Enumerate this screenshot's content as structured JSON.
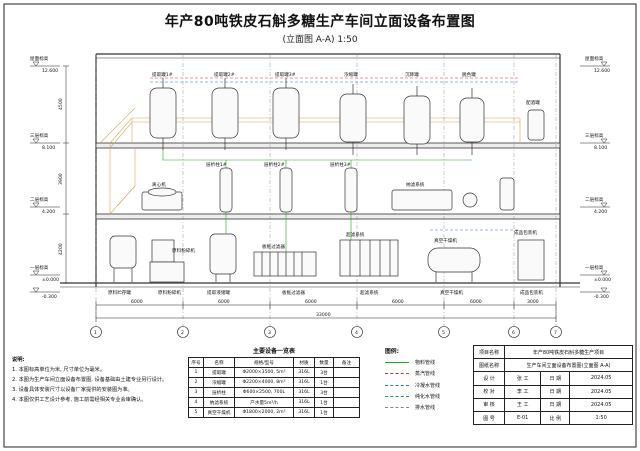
{
  "title": "年产80吨铁皮石斛多糖生产车间立面设备布置图",
  "subtitle": "(立面图  A-A)    1:50",
  "colors": {
    "line": "#222222",
    "building": "#333333",
    "grid_steel": "#d8a656",
    "pipe_steam": "#c83232",
    "pipe_cold": "#2a6fd6",
    "pipe_pure": "#19a34a",
    "pipe_drain": "#888888",
    "pipe_material": "#23a323"
  },
  "levels": [
    {
      "name": "屋面标高",
      "value": "12.600"
    },
    {
      "name": "三层标高",
      "value": "8.100"
    },
    {
      "name": "二层标高",
      "value": "4.200"
    },
    {
      "name": "一层标高",
      "value": "±0.000"
    },
    {
      "name": "",
      "value": "-0.300"
    }
  ],
  "floor_dims": [
    "4500",
    "3900",
    "4200"
  ],
  "equipment_labels": {
    "third_floor": [
      "提取罐1#",
      "提取罐2#",
      "提取罐3#",
      "浓缩罐",
      "沉降罐",
      "脱色罐",
      "配酒罐"
    ],
    "second_floor": [
      "离心机",
      "层析柱1#",
      "层析柱2#",
      "层析柱3#",
      "纳滤系统"
    ],
    "first_floor": [
      "原料粉碎机",
      "板框过滤器",
      "超滤系统",
      "真空干燥机",
      "成品包装机"
    ],
    "ground_captions": [
      "原料贮存罐",
      "原料粉碎机",
      "提取液储罐",
      "板框过滤器",
      "超滤系统",
      "真空干燥机",
      "成品包装机"
    ]
  },
  "span_dims": [
    "6000",
    "6000",
    "6000",
    "6000",
    "6000",
    "3000"
  ],
  "total_dim": "33000",
  "axis_numbers": [
    "1",
    "2",
    "3",
    "4",
    "5",
    "6",
    "7"
  ],
  "notes": {
    "heading": "说明:",
    "items": [
      "1. 本图标高单位为米, 尺寸单位为毫米。",
      "2. 本图为生产车间立面设备布置图, 设备基础由土建专业另行设计。",
      "3. 设备具体安装尺寸以设备厂家提供的安装图为准。",
      "4. 本图仅供工艺设计参考, 施工前需经相关专业会审确认。"
    ]
  },
  "equipment_table": {
    "title": "主要设备一览表",
    "headers": [
      "序号",
      "名称",
      "规格/型号",
      "材质",
      "数量",
      "备注"
    ],
    "rows": [
      [
        "1",
        "提取罐",
        "Φ2000×3500, 5m³",
        "316L",
        "3台",
        ""
      ],
      [
        "2",
        "浓缩罐",
        "Φ2200×4000, 8m³",
        "316L",
        "1台",
        ""
      ],
      [
        "3",
        "层析柱",
        "Φ600×2500, 700L",
        "316L",
        "3台",
        ""
      ],
      [
        "4",
        "纳滤系统",
        "产水量5m³/h",
        "316L",
        "1台",
        ""
      ],
      [
        "5",
        "真空干燥机",
        "Φ1800×2000, 2m³",
        "316L",
        "1台",
        ""
      ]
    ]
  },
  "legend": {
    "title": "图例:",
    "items": [
      {
        "label": "物料管线",
        "color": "#23a323",
        "style": "solid"
      },
      {
        "label": "蒸汽管线",
        "color": "#c83232",
        "style": "dashed"
      },
      {
        "label": "冷凝水管线",
        "color": "#2a6fd6",
        "style": "dashed"
      },
      {
        "label": "纯化水管线",
        "color": "#19a34a",
        "style": "dashed"
      },
      {
        "label": "排水管线",
        "color": "#888888",
        "style": "dashed"
      }
    ]
  },
  "title_block": {
    "project_label": "项目名称",
    "project": "年产80吨铁皮石斛多糖生产项目",
    "drawing_label": "图纸名称",
    "drawing": "生产车间立面设备布置图(立面图 A-A)",
    "rows": [
      [
        "设  计",
        "张 工",
        "日  期",
        "2024.05"
      ],
      [
        "校  对",
        "李 工",
        "日  期",
        "2024.05"
      ],
      [
        "审  核",
        "王 工",
        "日  期",
        "2024.05"
      ],
      [
        "图  号",
        "E-01",
        "比  例",
        "1:50"
      ]
    ]
  }
}
